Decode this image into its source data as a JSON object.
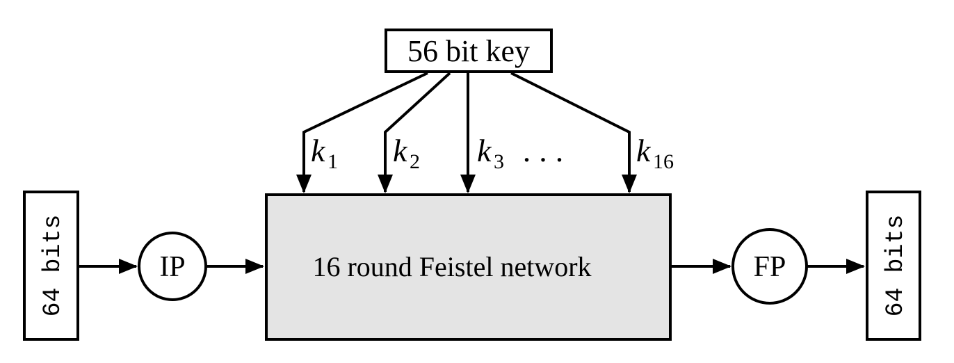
{
  "colors": {
    "line": "#000000",
    "feistel_fill": "#e4e4e4",
    "node_fill": "#ffffff",
    "background": "#ffffff"
  },
  "key_box": {
    "label": "56 bit key"
  },
  "subkey_labels": [
    {
      "var": "k",
      "sub": "1"
    },
    {
      "var": "k",
      "sub": "2"
    },
    {
      "var": "k",
      "sub": "3"
    },
    {
      "var": "k",
      "sub": "16"
    }
  ],
  "ellipsis": {
    "label": "..."
  },
  "feistel_box": {
    "label": "16 round Feistel network"
  },
  "ip_node": {
    "label": "IP"
  },
  "fp_node": {
    "label": "FP"
  },
  "input_box": {
    "label": "64 bits"
  },
  "output_box": {
    "label": "64 bits"
  }
}
